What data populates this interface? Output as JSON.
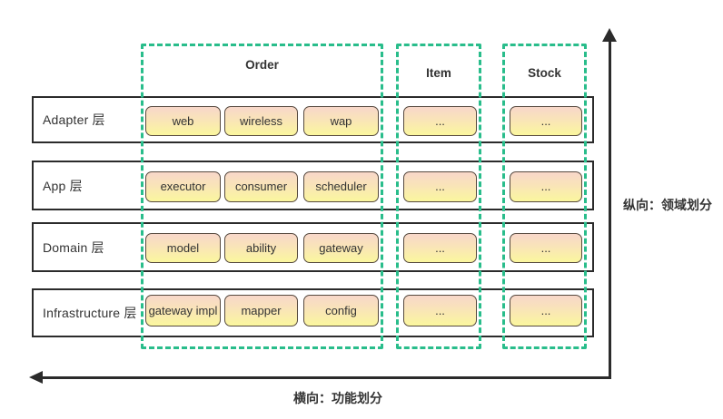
{
  "diagram": {
    "type": "layered-architecture",
    "colors": {
      "column_dash_green": "#29bd8b",
      "row_border": "#2b2b2b",
      "module_border": "#56493e",
      "module_gradient_top": "#f8d7ca",
      "module_gradient_bottom": "#fbf79e",
      "text": "#333333",
      "arrow": "#2b2b2b",
      "background": "#ffffff"
    },
    "columns": [
      {
        "label": "Order"
      },
      {
        "label": "Item"
      },
      {
        "label": "Stock"
      }
    ],
    "layers": [
      {
        "label": "Adapter 层",
        "modules": [
          "web",
          "wireless",
          "wap"
        ],
        "item": "...",
        "stock": "..."
      },
      {
        "label": "App 层",
        "modules": [
          "executor",
          "consumer",
          "scheduler"
        ],
        "item": "...",
        "stock": "..."
      },
      {
        "label": "Domain 层",
        "modules": [
          "model",
          "ability",
          "gateway"
        ],
        "item": "...",
        "stock": "..."
      },
      {
        "label": "Infrastructure 层",
        "modules": [
          "gateway impl",
          "mapper",
          "config"
        ],
        "item": "...",
        "stock": "..."
      }
    ],
    "axes": {
      "vertical": "纵向：领域划分",
      "horizontal": "横向：功能划分"
    }
  }
}
